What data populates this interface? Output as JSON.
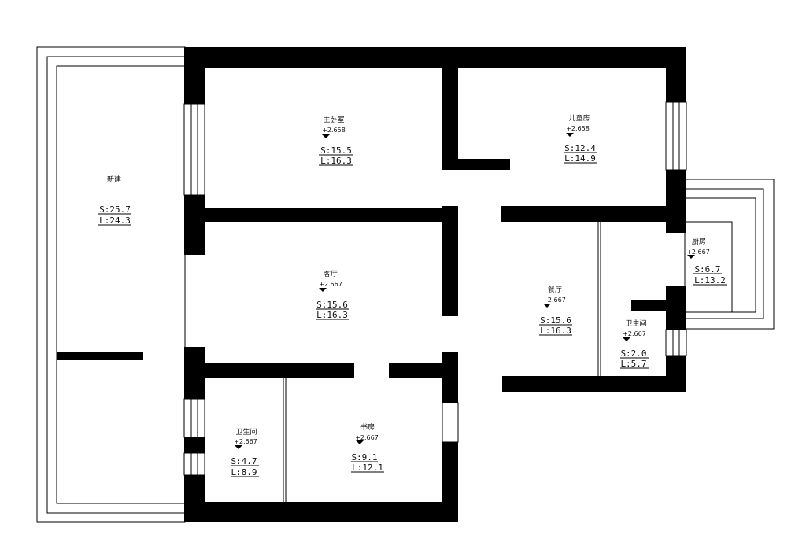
{
  "rooms": {
    "master_bedroom": {
      "name": "主卧室",
      "elevation": "+2.658",
      "area": "S:15.5",
      "perimeter": "L:16.3"
    },
    "kids_room": {
      "name": "儿童房",
      "elevation": "+2.658",
      "area": "S:12.4",
      "perimeter": "L:14.9"
    },
    "new_build": {
      "name": "新建",
      "area": "S:25.7",
      "perimeter": "L:24.3"
    },
    "living_room": {
      "name": "客厅",
      "elevation": "+2.667",
      "area": "S:15.6",
      "perimeter": "L:16.3"
    },
    "dining_room": {
      "name": "餐厅",
      "elevation": "+2.667",
      "area": "S:15.6",
      "perimeter": "L:16.3"
    },
    "kitchen": {
      "name": "厨房",
      "elevation": "+2.667",
      "area": "S:6.7",
      "perimeter": "L:13.2"
    },
    "bathroom_east": {
      "name": "卫生间",
      "elevation": "+2.667",
      "area": "S:2.0",
      "perimeter": "L:5.7"
    },
    "bathroom_west": {
      "name": "卫生间",
      "elevation": "+2.667",
      "area": "S:4.7",
      "perimeter": "L:8.9"
    },
    "study": {
      "name": "书房",
      "elevation": "+2.667",
      "area": "S:9.1",
      "perimeter": "L:12.1"
    }
  }
}
